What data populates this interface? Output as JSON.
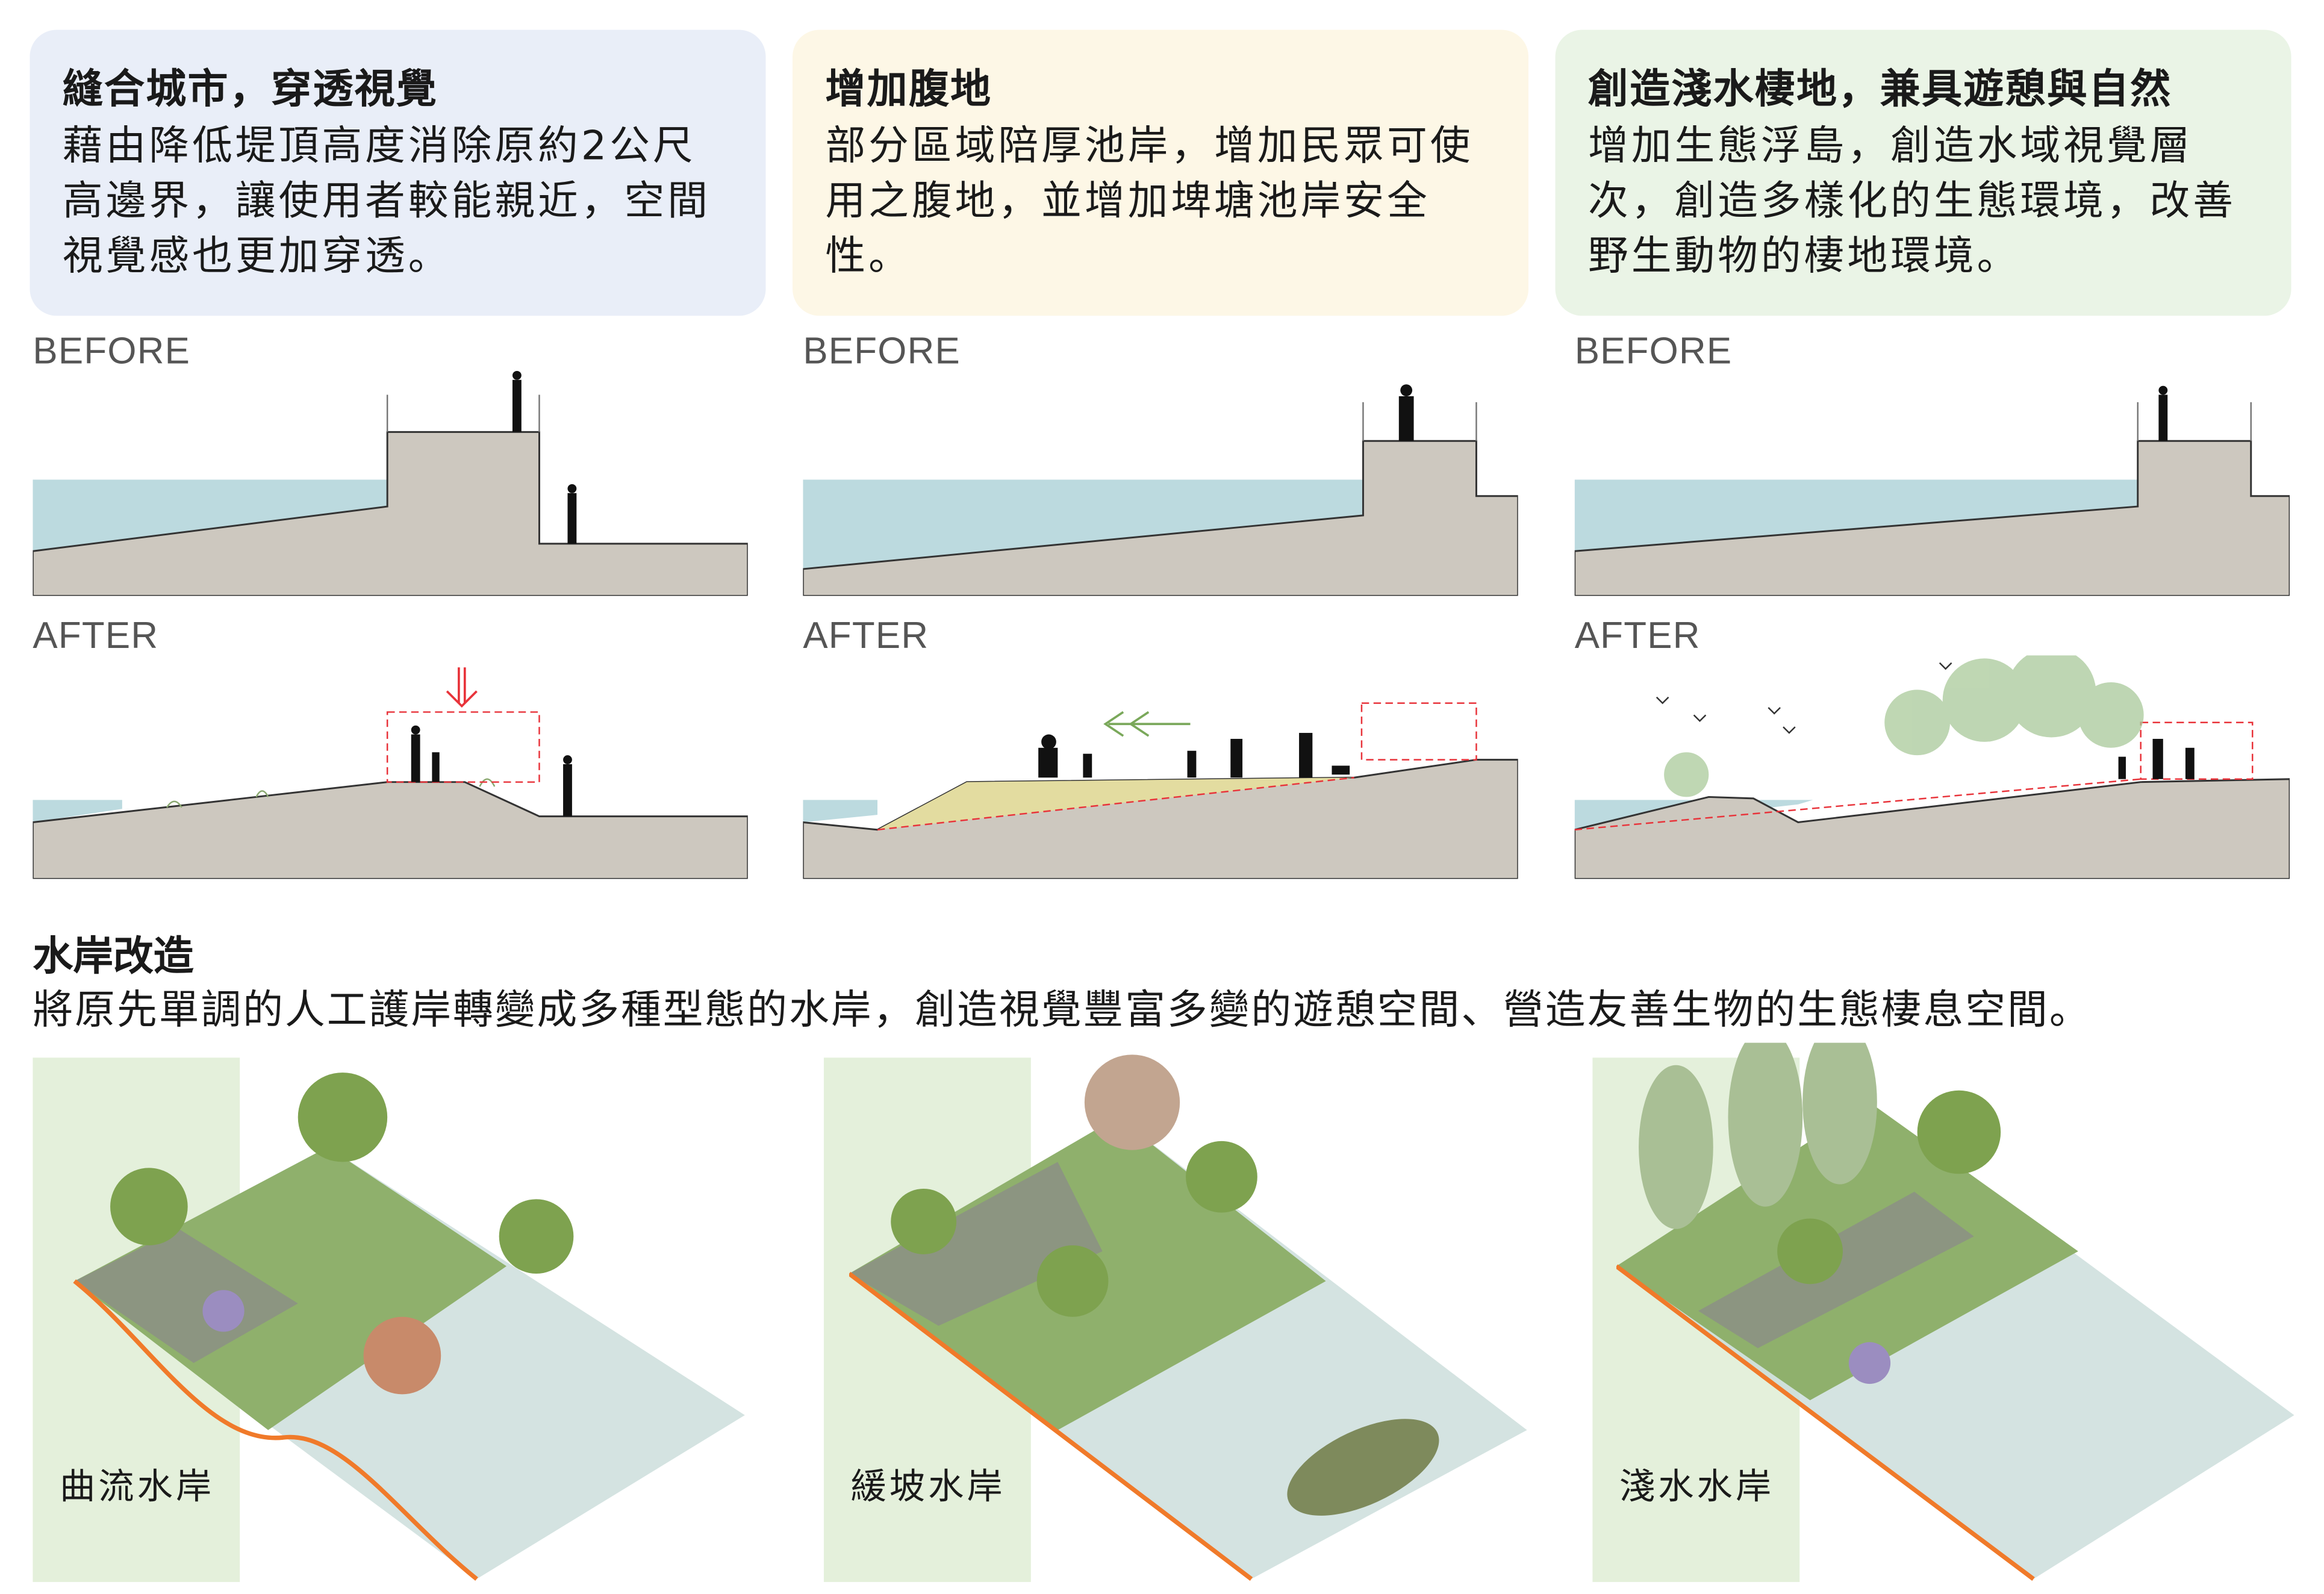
{
  "cards": [
    {
      "title": "縫合城市，穿透視覺",
      "body": "藉由降低堤頂高度消除原約2公尺高邊界，讓使用者較能親近，空間視覺感也更加穿透。",
      "color": "#e9eef8"
    },
    {
      "title": "增加腹地",
      "body": "部分區域陪厚池岸，增加民眾可使用之腹地，並增加埤塘池岸安全性。",
      "color": "#fdf7e6"
    },
    {
      "title": "創造淺水棲地，兼具遊憩與自然",
      "body": "增加生態浮島，創造水域視覺層次，創造多樣化的生態環境，改善野生動物的棲地環境。",
      "color": "#eaf4e6"
    }
  ],
  "labels": {
    "before": "BEFORE",
    "after": "AFTER"
  },
  "waterfront": {
    "title": "水岸改造",
    "description": "將原先單調的人工護岸轉變成多種型態的水岸，創造視覺豐富多變的遊憩空間、營造友善生物的生態棲息空間。",
    "types": [
      "曲流水岸",
      "緩坡水岸",
      "淺水水岸"
    ]
  },
  "colors": {
    "water": "#bcdadf",
    "ground": "#cdc8bf",
    "berm": "#e3dca0",
    "red": "#e8333a",
    "green": "#7aa85a",
    "edge": "#f07a2a"
  }
}
